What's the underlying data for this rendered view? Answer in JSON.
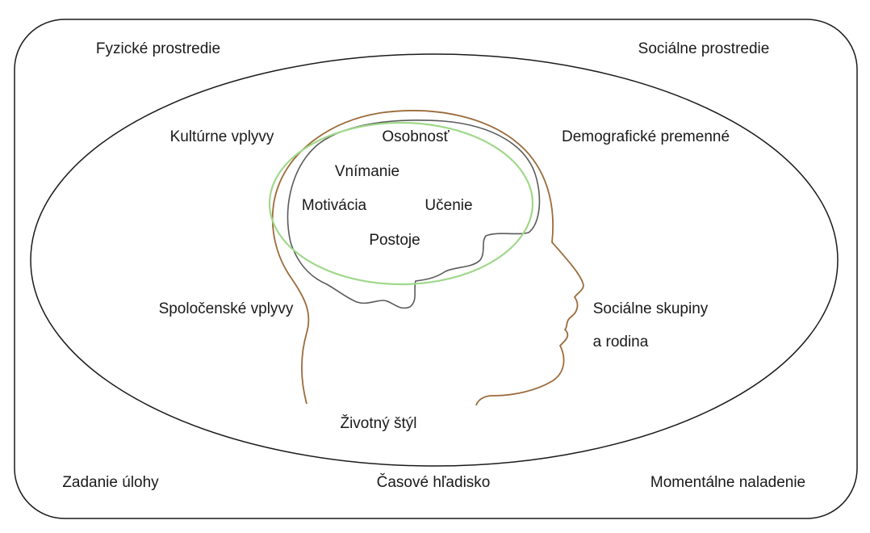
{
  "outer_labels": {
    "top_left": "Fyzické prostredie",
    "top_right": "Sociálne prostredie",
    "bottom_left": "Zadanie úlohy",
    "bottom_center": "Časové hľadisko",
    "bottom_right": "Momentálne naladenie"
  },
  "ellipse_labels": {
    "cultural": "Kultúrne vplyvy",
    "demographic": "Demografické premenné",
    "societal": "Spoločenské vplyvy",
    "social_groups_line1": "Sociálne skupiny",
    "social_groups_line2": "a rodina",
    "lifestyle": "Životný štýl"
  },
  "brain_labels": {
    "personality": "Osobnosť",
    "perception": "Vnímanie",
    "motivation": "Motivácia",
    "learning": "Učenie",
    "attitudes": "Postoje"
  },
  "colors": {
    "outline": "#1a1a1a",
    "head_outline": "#9c6b3a",
    "brain_outline": "#5a5a5a",
    "highlight_ellipse": "#9fd88a"
  }
}
